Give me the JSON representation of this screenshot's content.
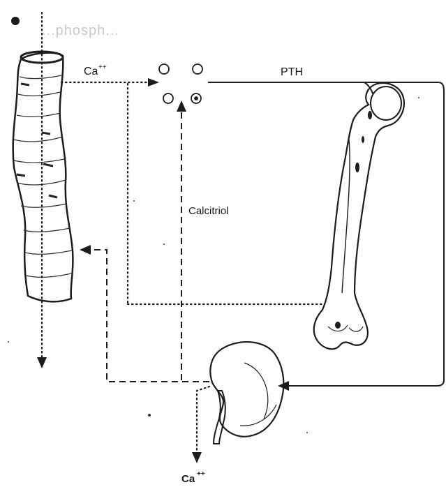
{
  "labels": {
    "top_faded": "...phosph...",
    "ca_top": "Ca",
    "ca_top_sup": "++",
    "pth": "PTH",
    "calcitriol": "Calcitriol",
    "ca_bottom": "Ca",
    "ca_bottom_sup": "++"
  },
  "colors": {
    "ink": "#1c1c1c",
    "paper": "#fdfdfc"
  },
  "icons": [
    "intestine-drawing",
    "femur-bone-drawing",
    "kidney-drawing",
    "calcium-ion-circles"
  ]
}
